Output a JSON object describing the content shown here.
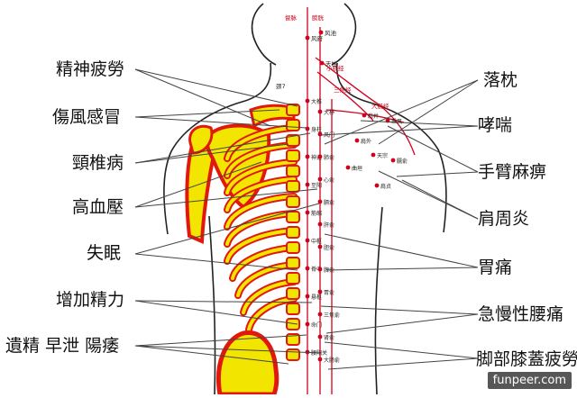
{
  "left_labels": [
    {
      "id": "fatigue",
      "text": "精神疲勞"
    },
    {
      "id": "cold",
      "text": "傷風感冒"
    },
    {
      "id": "cervical",
      "text": "頸椎病"
    },
    {
      "id": "hypertension",
      "text": "高血壓"
    },
    {
      "id": "insomnia",
      "text": "失眠"
    },
    {
      "id": "energy",
      "text": "增加精力"
    },
    {
      "id": "sexual",
      "text": "遺精 早泄 陽痿"
    }
  ],
  "right_labels": [
    {
      "id": "stiff-neck",
      "text": "落枕"
    },
    {
      "id": "asthma",
      "text": "哮喘"
    },
    {
      "id": "arm-numbness",
      "text": "手臂麻痹"
    },
    {
      "id": "frozen-shoulder",
      "text": "肩周炎"
    },
    {
      "id": "stomach-pain",
      "text": "胃痛"
    },
    {
      "id": "back-pain",
      "text": "急慢性腰痛"
    },
    {
      "id": "leg-fatigue",
      "text": "脚部膝蓋疲勞"
    }
  ],
  "acupoints": {
    "top": [
      "督脉",
      "膀胱"
    ],
    "neck": [
      "风府",
      "风池",
      "天柱"
    ],
    "labels": [
      "颈7",
      "小肠经",
      "三焦经",
      "大肠经"
    ],
    "spine": [
      "大椎",
      "身柱",
      "神道",
      "至阳",
      "筋缩",
      "中枢",
      "脊中",
      "悬枢",
      "命门",
      "腰阳关"
    ],
    "bladder": [
      "大杼",
      "风门",
      "肺俞",
      "心俞",
      "膈俞",
      "肝俞",
      "胆俞",
      "脾俞",
      "胃俞",
      "三焦俞",
      "肾俞",
      "大肠俞"
    ],
    "shoulder": [
      "肩井",
      "秉风",
      "肩外",
      "天宗",
      "曲垣",
      "臑俞",
      "肩贞"
    ]
  },
  "watermark": "funpeer.com",
  "colors": {
    "bone_fill": "#f2e600",
    "bone_outline": "#e2180c",
    "meridian": "#d0021b",
    "line": "#444444"
  }
}
